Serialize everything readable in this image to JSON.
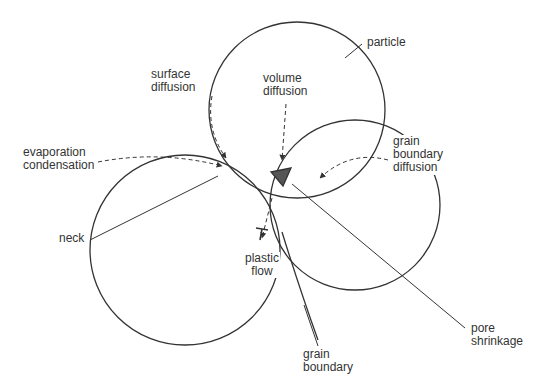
{
  "diagram": {
    "labels": [
      "particle",
      "surface diffusion",
      "volume diffusion",
      "evaporation condensation",
      "grain boundary diffusion",
      "neck",
      "plastic flow",
      "pore shrinkage",
      "grain boundary"
    ]
  }
}
